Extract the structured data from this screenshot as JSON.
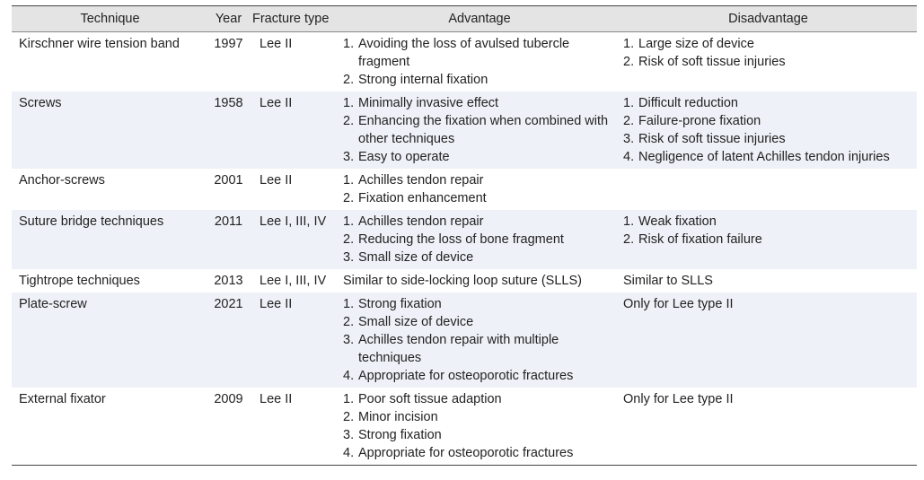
{
  "headers": {
    "technique": "Technique",
    "year": "Year",
    "fracture_type": "Fracture type",
    "advantage": "Advantage",
    "disadvantage": "Disadvantage"
  },
  "rows": [
    {
      "technique": "Kirschner wire tension band",
      "year": "1997",
      "fracture_type": "Lee II",
      "advantage": [
        "Avoiding the loss of avulsed tubercle fragment",
        "Strong internal fixation"
      ],
      "disadvantage": [
        "Large size of device",
        "Risk of soft tissue injuries"
      ]
    },
    {
      "technique": "Screws",
      "year": "1958",
      "fracture_type": "Lee II",
      "advantage": [
        "Minimally invasive effect",
        "Enhancing the fixation when combined with other techniques",
        "Easy to operate"
      ],
      "disadvantage": [
        "Difficult reduction",
        "Failure-prone fixation",
        "Risk of soft tissue injuries",
        "Negligence of latent Achilles tendon injuries"
      ]
    },
    {
      "technique": "Anchor-screws",
      "year": "2001",
      "fracture_type": "Lee II",
      "advantage": [
        "Achilles tendon repair",
        "Fixation enhancement"
      ],
      "disadvantage": []
    },
    {
      "technique": "Suture bridge techniques",
      "year": "2011",
      "fracture_type": "Lee I, III, IV",
      "advantage": [
        "Achilles tendon repair",
        "Reducing the loss of bone fragment",
        "Small size of device"
      ],
      "disadvantage": [
        "Weak fixation",
        "Risk of fixation failure"
      ]
    },
    {
      "technique": "Tightrope techniques",
      "year": "2013",
      "fracture_type": "Lee I, III, IV",
      "advantage_text": "Similar to side-locking loop suture (SLLS)",
      "disadvantage_text": "Similar to SLLS"
    },
    {
      "technique": "Plate-screw",
      "year": "2021",
      "fracture_type": "Lee II",
      "advantage": [
        "Strong fixation",
        "Small size of device",
        "Achilles tendon repair with multiple techniques",
        "Appropriate for osteoporotic fractures"
      ],
      "disadvantage_text": "Only for Lee type II"
    },
    {
      "technique": "External fixator",
      "year": "2009",
      "fracture_type": "Lee II",
      "advantage": [
        "Poor soft tissue adaption",
        "Minor incision",
        "Strong fixation",
        "Appropriate for osteoporotic fractures"
      ],
      "disadvantage_text": "Only for Lee type II"
    }
  ]
}
